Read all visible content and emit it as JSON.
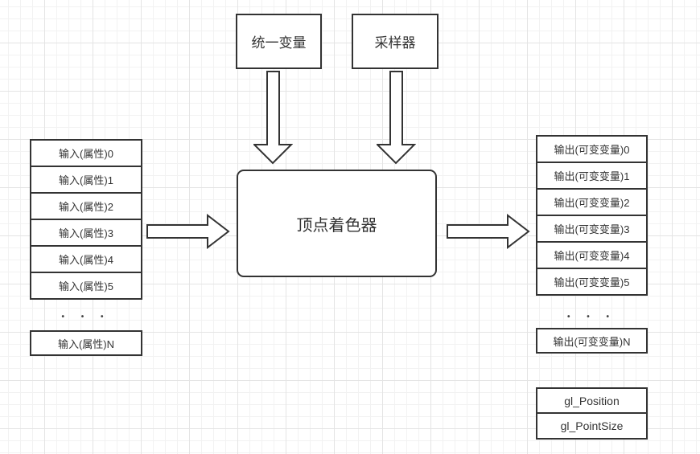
{
  "diagram": {
    "title_context": "vertex-shader-pipeline",
    "nodes": {
      "uniforms": "统一变量",
      "sampler": "采样器",
      "vertex_shader": "顶点着色器"
    },
    "inputs": {
      "items": [
        "输入(属性)0",
        "输入(属性)1",
        "输入(属性)2",
        "输入(属性)3",
        "输入(属性)4",
        "输入(属性)5"
      ],
      "ellipsis": "• • •",
      "last": "输入(属性)N"
    },
    "outputs": {
      "items": [
        "输出(可变变量)0",
        "输出(可变变量)1",
        "输出(可变变量)2",
        "输出(可变变量)3",
        "输出(可变变量)4",
        "输出(可变变量)5"
      ],
      "ellipsis": "• • •",
      "last": "输出(可变变量)N"
    },
    "builtins": {
      "items": [
        "gl_Position",
        "gl_PointSize"
      ]
    },
    "colors": {
      "border": "#333333",
      "text": "#333333",
      "background": "#ffffff",
      "grid_minor": "#f2f2f2",
      "grid_major": "#e4e4e4",
      "arrow_fill": "#ffffff"
    }
  }
}
